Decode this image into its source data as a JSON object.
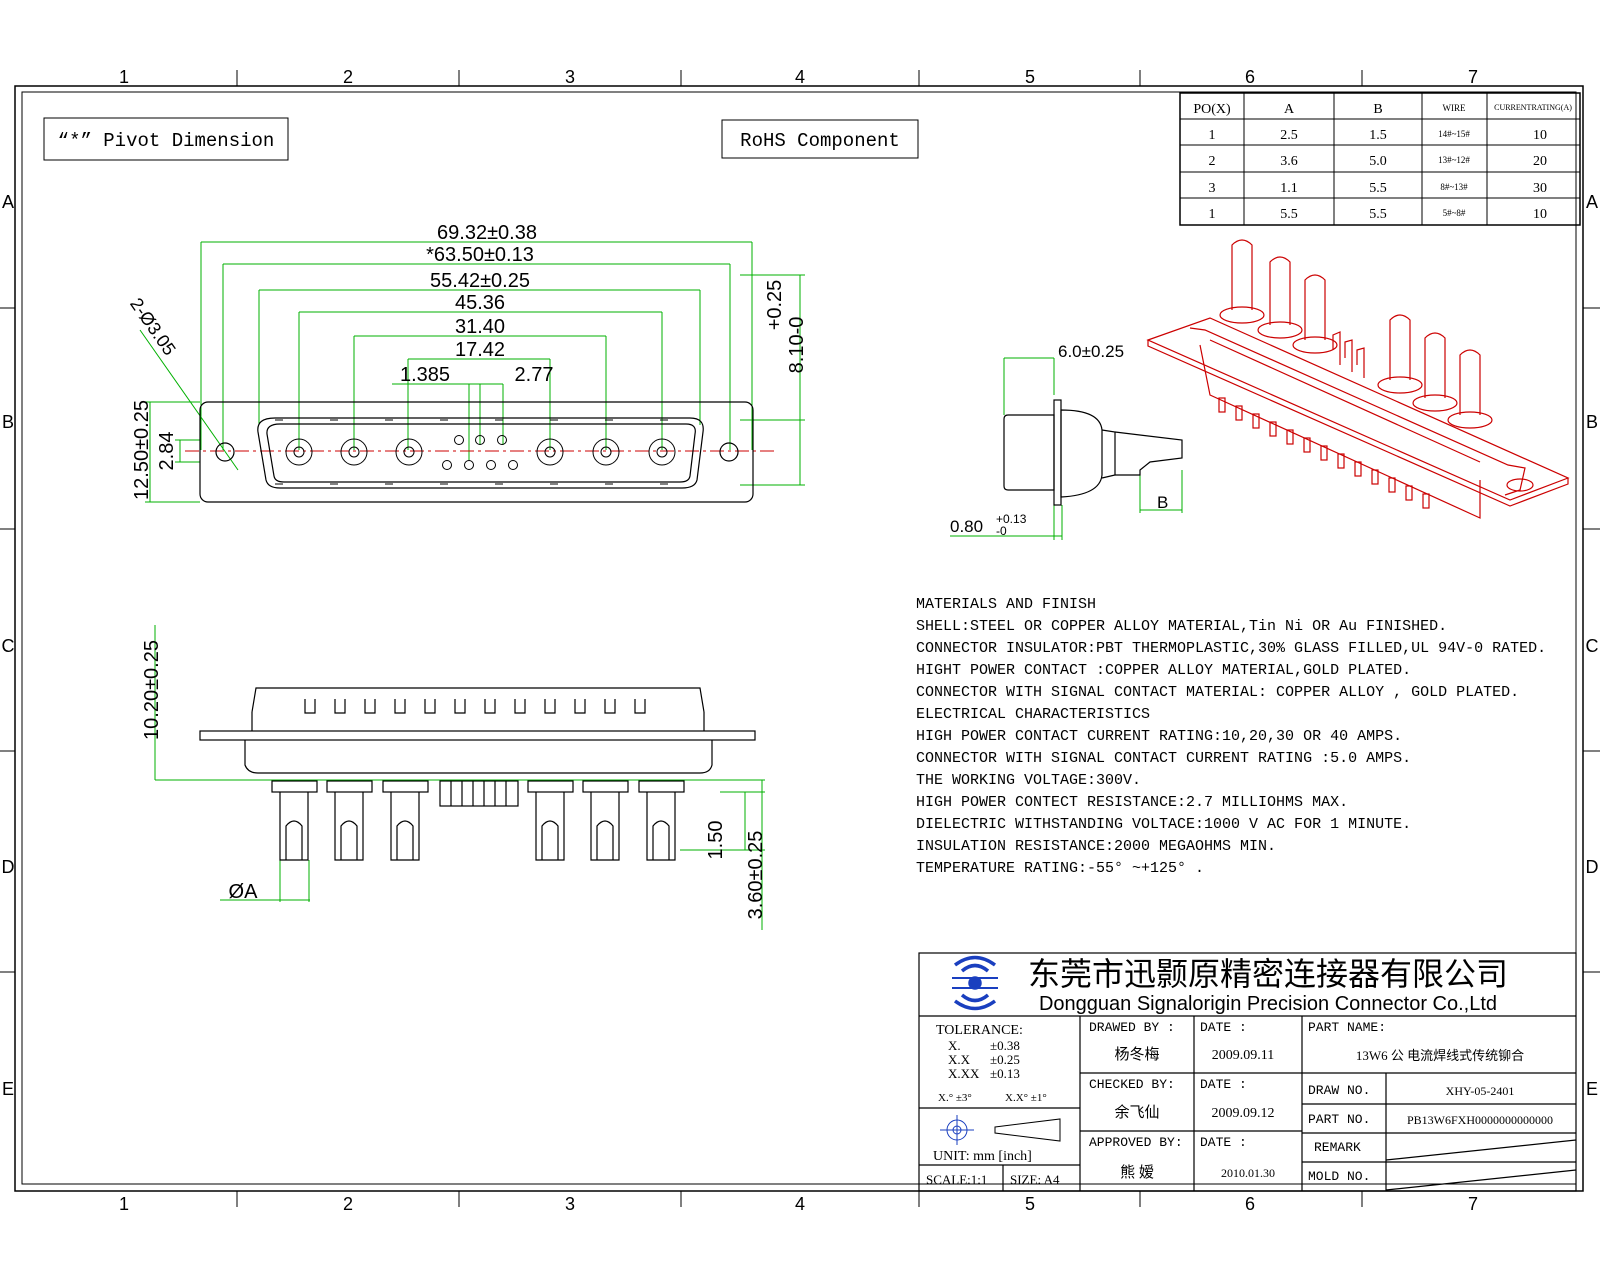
{
  "border": {
    "columns": [
      "1",
      "2",
      "3",
      "4",
      "5",
      "6",
      "7"
    ],
    "rows": [
      "A",
      "B",
      "C",
      "D",
      "E"
    ]
  },
  "notes": {
    "pivot": "“*” Pivot Dimension",
    "rohs": "RoHS  Component"
  },
  "table": {
    "headers": [
      "PO(X)",
      "A",
      "B",
      "WIRE",
      "CURRENTRATING(A)"
    ],
    "rows": [
      [
        "1",
        "2.5",
        "1.5",
        "14#~15#",
        "10"
      ],
      [
        "2",
        "3.6",
        "5.0",
        "13#~12#",
        "20"
      ],
      [
        "3",
        "1.1",
        "5.5",
        "8#~13#",
        "30"
      ],
      [
        "1",
        "5.5",
        "5.5",
        "5#~8#",
        "10"
      ]
    ]
  },
  "front_view": {
    "dims": {
      "d1": "69.32±0.38",
      "d2": "*63.50±0.13",
      "d3": "55.42±0.25",
      "d4": "45.36",
      "d5": "31.40",
      "d6": "17.42",
      "d7": "1.385",
      "d8": "2.77",
      "hole": "2-Ø3.05",
      "h_total": "12.50±0.25",
      "h_small": "2.84",
      "v_tol": "+0.25",
      "v_val": "8.10-0"
    }
  },
  "side_view": {
    "dims": {
      "width": "6.0±0.25",
      "b": "B",
      "thick": "0.80",
      "thick_tol_upper": "+0.13",
      "thick_tol_lower": "-0"
    }
  },
  "bottom_view": {
    "dims": {
      "height": "10.20±0.25",
      "pin_offset": "1.50",
      "pin_len": "3.60±0.25",
      "dia": "ØA"
    }
  },
  "materials": [
    "MATERIALS AND  FINISH",
    "SHELL:STEEL OR COPPER ALLOY MATERIAL,Tin Ni OR Au FINISHED.",
    "CONNECTOR INSULATOR:PBT THERMOPLASTIC,30% GLASS FILLED,UL 94V-0 RATED.",
    "HIGHT POWER CONTACT :COPPER ALLOY MATERIAL,GOLD PLATED.",
    "CONNECTOR WITH SIGNAL CONTACT MATERIAL: COPPER ALLOY , GOLD PLATED.",
    "ELECTRICAL CHARACTERISTICS",
    "HIGH POWER CONTACT CURRENT RATING:10,20,30 OR 40 AMPS.",
    "CONNECTOR WITH SIGNAL CONTACT CURRENT RATING :5.0 AMPS.",
    "THE WORKING VOLTAGE:300V.",
    "HIGH POWER CONTECT RESISTANCE:2.7 MILLIOHMS MAX.",
    "DIELECTRIC WITHSTANDING VOLTACE:1000 V AC FOR 1 MINUTE.",
    "INSULATION RESISTANCE:2000 MEGAOHMS MIN.",
    "TEMPERATURE RATING:-55° ~+125° ."
  ],
  "title_block": {
    "company_cn": "东莞市迅颢原精密连接器有限公司",
    "company_en": "Dongguan Signalorigin Precision Connector Co.,Ltd",
    "tolerance_title": "TOLERANCE:",
    "tol": [
      {
        "k": "X.",
        "v": "±0.38"
      },
      {
        "k": "X.X",
        "v": "±0.25"
      },
      {
        "k": "X.XX",
        "v": "±0.13"
      }
    ],
    "angle_tol_1": "X.° ±3°",
    "angle_tol_2": "X.X° ±1°",
    "unit": "UNIT: mm  [inch]",
    "scale": "SCALE:1:1",
    "size": "SIZE: A4",
    "drawn_by_label": "DRAWED BY :",
    "drawn_by": "杨冬梅",
    "checked_by_label": "CHECKED BY:",
    "checked_by": "余飞仙",
    "approved_by_label": "APPROVED BY:",
    "approved_by": "熊 嫒",
    "date_label": "DATE :",
    "date1": "2009.09.11",
    "date2": "2009.09.12",
    "date3": "2010.01.30",
    "part_name_label": "PART NAME:",
    "part_name": "13W6 公 电流焊线式传统铆合",
    "draw_no_label": "DRAW NO.",
    "draw_no": "XHY-05-2401",
    "part_no_label": "PART NO.",
    "part_no": "PB13W6FXH0000000000000",
    "remark_label": "REMARK",
    "mold_no_label": "MOLD NO."
  },
  "colors": {
    "line": "#000000",
    "dimension": "#00b000",
    "iso": "#cc0000",
    "logo": "#1a3fbf"
  }
}
